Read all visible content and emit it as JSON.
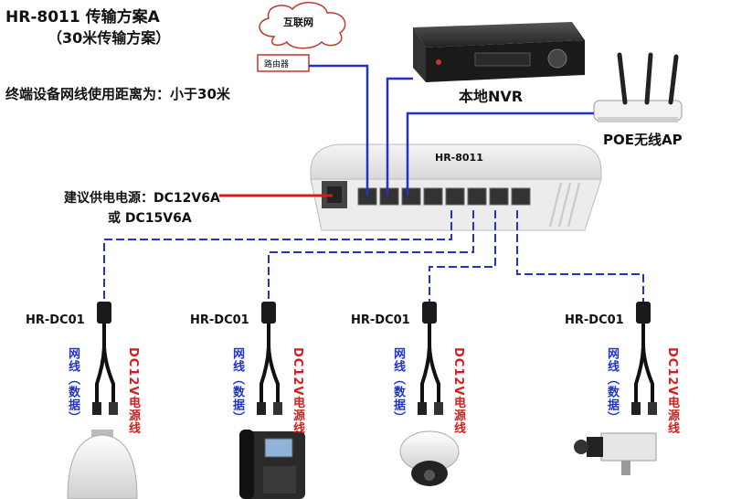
{
  "title": "HR-8011 传输方案A",
  "subtitle": "（30米传输方案）",
  "distance_note": "终端设备网线使用距离为：小于30米",
  "power_line1": "建议供电电源：DC12V6A",
  "power_line2": "或  DC15V6A",
  "cloud_label": "互联网",
  "router_label": "路由器",
  "nvr_label": "本地NVR",
  "ap_label": "POE无线AP",
  "switch_label": "HR-8011",
  "splitters": [
    {
      "label": "HR-DC01",
      "data_label": "网线（数据）",
      "power_label": "DC12V电源线",
      "device": "dome-camera"
    },
    {
      "label": "HR-DC01",
      "data_label": "网线（数据）",
      "power_label": "DC12V电源线",
      "device": "ip-phone"
    },
    {
      "label": "HR-DC01",
      "data_label": "网线（数据）",
      "power_label": "DC12V电源线",
      "device": "mini-dome-camera"
    },
    {
      "label": "HR-DC01",
      "data_label": "网线（数据）",
      "power_label": "DC12V电源线",
      "device": "box-camera"
    }
  ],
  "colors": {
    "data_line": "#2233cc",
    "power_line": "#d41d1d"
  }
}
